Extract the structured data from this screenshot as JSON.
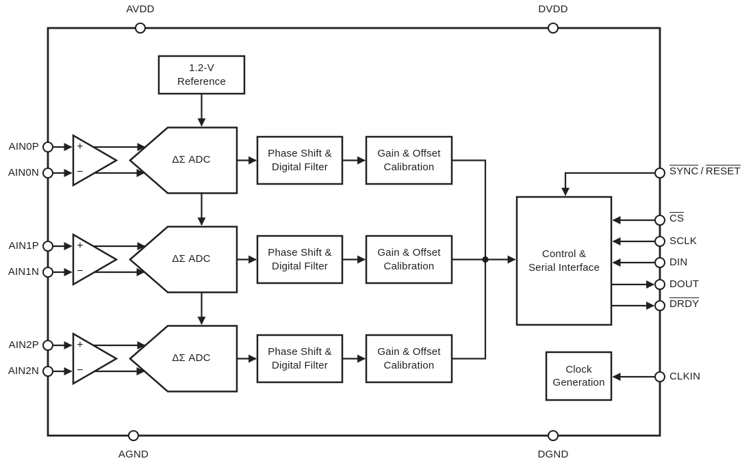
{
  "pins": {
    "top": [
      {
        "label": "AVDD"
      },
      {
        "label": "DVDD"
      }
    ],
    "bottom": [
      {
        "label": "AGND"
      },
      {
        "label": "DGND"
      }
    ],
    "left": [
      {
        "label": "AIN0P"
      },
      {
        "label": "AIN0N"
      },
      {
        "label": "AIN1P"
      },
      {
        "label": "AIN1N"
      },
      {
        "label": "AIN2P"
      },
      {
        "label": "AIN2N"
      }
    ],
    "right": {
      "sync": "SYNC",
      "separator": "/",
      "reset": "RESET",
      "cs": "CS",
      "sclk": "SCLK",
      "din": "DIN",
      "dout": "DOUT",
      "drdy": "DRDY",
      "clkin": "CLKIN"
    }
  },
  "blocks": {
    "reference": {
      "line1": "1.2-V",
      "line2": "Reference"
    },
    "adc": {
      "label": "ΔΣ ADC"
    },
    "phase": {
      "line1": "Phase Shift &",
      "line2": "Digital Filter"
    },
    "gain": {
      "line1": "Gain & Offset",
      "line2": "Calibration"
    },
    "control": {
      "line1": "Control &",
      "line2": "Serial Interface"
    },
    "clock": {
      "line1": "Clock",
      "line2": "Generation"
    }
  },
  "amplifier": {
    "plus": "+",
    "minus": "−"
  },
  "colors": {
    "line": "#231f20",
    "background": "#ffffff"
  }
}
